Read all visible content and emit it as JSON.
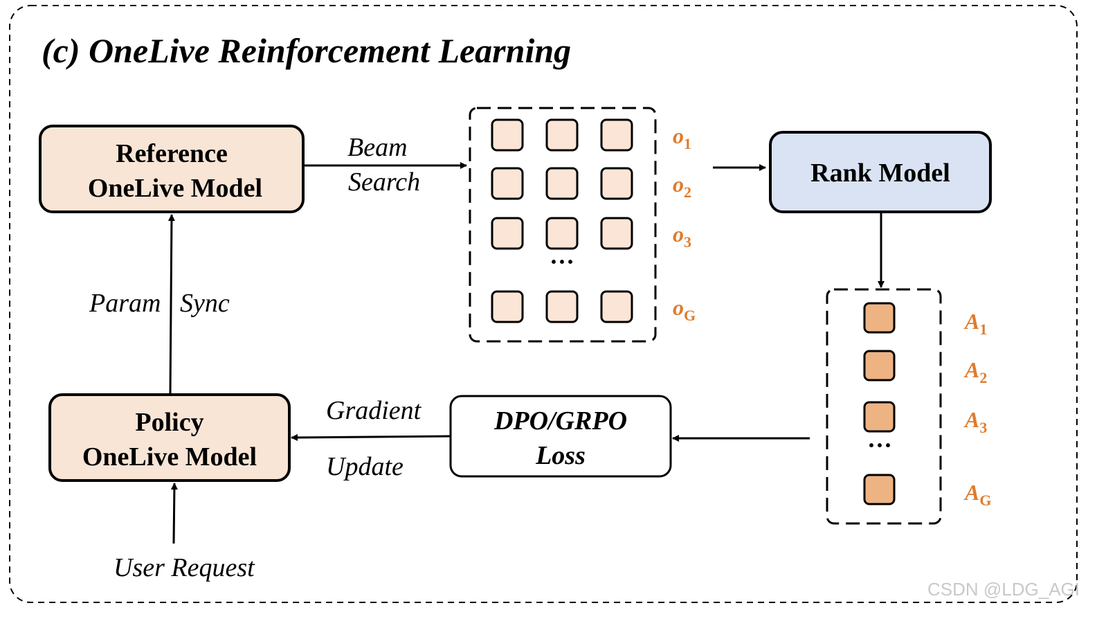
{
  "title": "(c) OneLive Reinforcement Learning",
  "nodes": {
    "reference_model": [
      "Reference",
      "OneLive Model"
    ],
    "policy_model": [
      "Policy",
      "OneLive Model"
    ],
    "rank_model": "Rank Model",
    "loss": [
      "DPO/GRPO",
      "Loss"
    ]
  },
  "edges": {
    "beam_search": [
      "Beam",
      "Search"
    ],
    "param": "Param",
    "sync": "Sync",
    "gradient_update": [
      "Gradient",
      "Update"
    ],
    "user_request": "User Request"
  },
  "outputs": {
    "labels": [
      {
        "base": "o",
        "sub": "1"
      },
      {
        "base": "o",
        "sub": "2"
      },
      {
        "base": "o",
        "sub": "3"
      },
      {
        "base": "o",
        "sub": "G"
      }
    ],
    "ellipsis": "···"
  },
  "advantages": {
    "labels": [
      {
        "base": "A",
        "sub": "1"
      },
      {
        "base": "A",
        "sub": "2"
      },
      {
        "base": "A",
        "sub": "3"
      },
      {
        "base": "A",
        "sub": "G"
      }
    ],
    "ellipsis": "···"
  },
  "watermark": "CSDN @LDG_AGI",
  "colors": {
    "model_fill": "#f8e5d6",
    "rank_fill": "#dae3f3",
    "token_fill": "#fbe5d6",
    "advantage_fill": "#eeb383",
    "label_orange": "#e07b2c",
    "stroke": "#000000"
  }
}
